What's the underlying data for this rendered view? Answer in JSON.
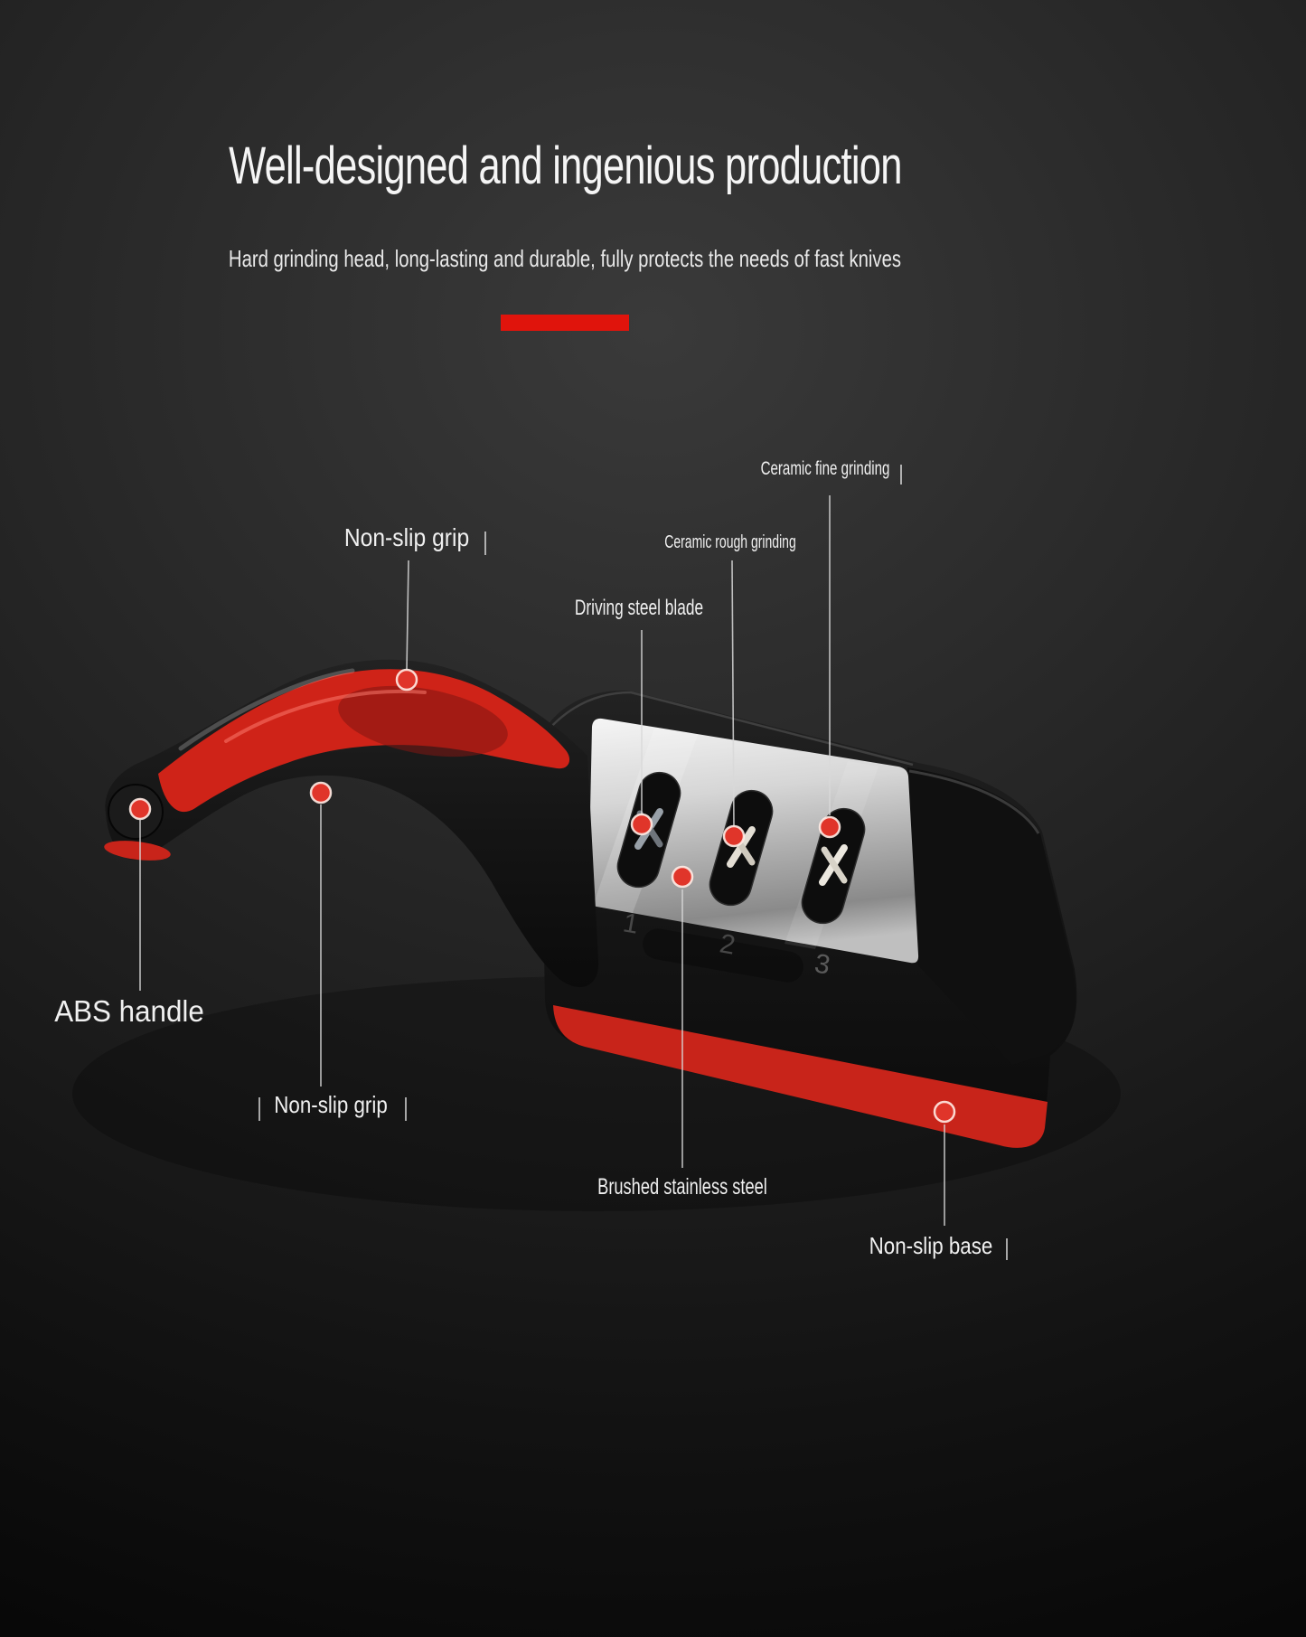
{
  "header": {
    "title": "Well-designed and ingenious production",
    "subtitle": "Hard grinding head, long-lasting and durable, fully protects the needs of fast knives"
  },
  "callouts": {
    "ceramic_fine": "Ceramic fine grinding",
    "non_slip_grip_top": "Non-slip grip",
    "ceramic_rough": "Ceramic rough grinding",
    "driving_steel_blade": "Driving steel blade",
    "abs_handle": "ABS handle",
    "non_slip_grip_bottom": "Non-slip grip",
    "brushed_stainless": "Brushed stainless steel",
    "non_slip_base": "Non-slip base"
  },
  "product": {
    "slot_numbers": [
      "1",
      "2",
      "3"
    ]
  },
  "colors": {
    "accent_red": "#e0140c",
    "grip_red": "#cf2318",
    "base_red": "#c8241a",
    "marker_red": "#e0352a",
    "body_black": "#161616",
    "text_white": "#f2f2f2"
  }
}
